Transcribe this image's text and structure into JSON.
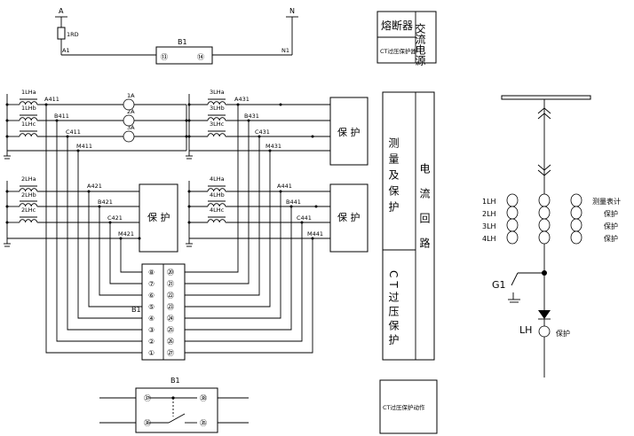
{
  "fuse_circuit": {
    "phase_a": "A",
    "neutral": "N",
    "fuse_label": "1RD",
    "a1": "A1",
    "n1": "N1",
    "relay": "B1",
    "terminal_left": "⑬",
    "terminal_right": "⑭"
  },
  "legend_table": {
    "fuse": "熔断器",
    "ac_power_v": "交流电源",
    "ct_protector": "CT过压保护器"
  },
  "group1": {
    "ct_labels": [
      "1LHa",
      "1LHb",
      "1LHc"
    ],
    "wire_labels": [
      "A411",
      "B411",
      "C411",
      "M411"
    ],
    "ammeters": [
      "1A",
      "2A",
      "3A"
    ]
  },
  "group2": {
    "ct_labels": [
      "2LHa",
      "2LHb",
      "2LHc"
    ],
    "wire_labels": [
      "A421",
      "B421",
      "C421",
      "M421"
    ],
    "protection": "保 护"
  },
  "group3": {
    "ct_labels": [
      "3LHa",
      "3LHb",
      "3LHc"
    ],
    "wire_labels": [
      "A431",
      "B431",
      "C431",
      "M431"
    ],
    "protection": "保 护"
  },
  "group4": {
    "ct_labels": [
      "4LHa",
      "4LHb",
      "4LHc"
    ],
    "wire_labels": [
      "A441",
      "B441",
      "C441",
      "M441"
    ],
    "protection": "保 护"
  },
  "terminal_block": {
    "label": "B1",
    "left": [
      "⑧",
      "⑦",
      "⑥",
      "⑤",
      "④",
      "③",
      "②",
      "①"
    ],
    "right": [
      "⑳",
      "㉑",
      "㉒",
      "㉓",
      "㉔",
      "㉕",
      "㉖",
      "㉗"
    ]
  },
  "contact_block": {
    "label": "B1",
    "tl": "㊲",
    "tr": "㊳",
    "bl": "㊱",
    "br": "㉟"
  },
  "vertical_table": {
    "measure": "测量及保护",
    "ct_loop": "电流回路",
    "ct_protect": "CT过压保护"
  },
  "ct_action": "CT过压保护动作",
  "single_line": {
    "ct_names": [
      "1LH",
      "2LH",
      "3LH",
      "4LH"
    ],
    "ct_uses": [
      "测量表计",
      "保护",
      "保护",
      "保护"
    ],
    "ground_switch": "G1",
    "bottom_ct": "LH",
    "bottom_use": "保护"
  }
}
